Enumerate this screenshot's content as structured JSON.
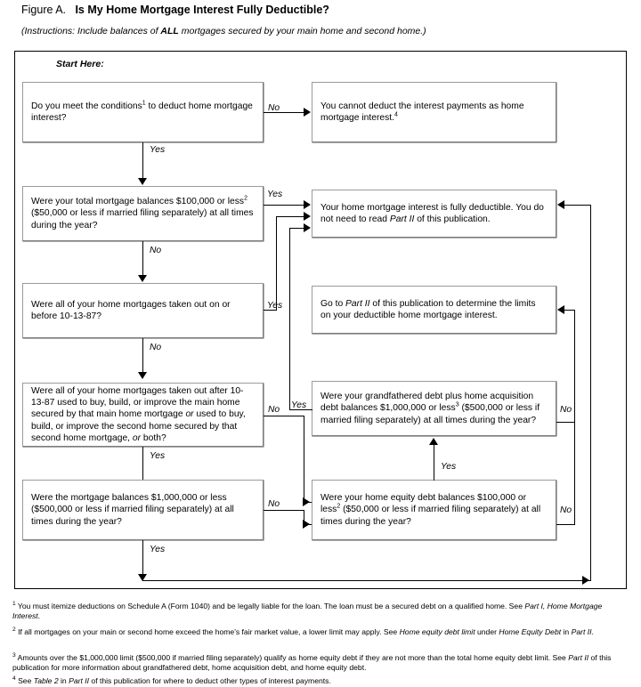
{
  "figure": {
    "label": "Figure A.",
    "title": "Is My Home Mortgage Interest Fully Deductible?",
    "instructions_pre": "(Instructions: Include balances of ",
    "instructions_bold": "ALL",
    "instructions_post": " mortgages secured by your main home and second home.)",
    "start_here": "Start Here:"
  },
  "boxes": {
    "q1": "Do you meet the conditions¹ to deduct home mortgage interest?",
    "end_no_deduct": "You cannot deduct the interest payments as home mortgage interest.⁴",
    "q2": "Were your total mortgage balances $100,000 or less² ($50,000 or less if married filing separately) at all times during the year?",
    "end_fully_deductible": "Your home mortgage interest is fully deductible. You do not need to read Part II of this publication.",
    "q3": "Were all of your home mortgages taken out on or before 10-13-87?",
    "end_go_part2": "Go to Part II of this publication to determine the limits on your deductible home mortgage interest.",
    "q4": "Were all of your home mortgages taken out after 10-13-87 used to buy, build, or improve the main home secured by that main home mortgage or used to buy, build, or improve the second home secured by that second home mortgage, or both?",
    "q5": "Were your grandfathered debt plus home acquisition debt balances $1,000,000 or less³ ($500,000 or less if married filing separately) at all times during the year?",
    "q6": "Were the mortgage balances $1,000,000 or less ($500,000 or less if married filing separately) at all times during the year?",
    "q7": "Were your home equity debt balances $100,000 or less² ($50,000 or less if married filing separately) at all times during the year?"
  },
  "edge_labels": {
    "q1_no": "No",
    "q1_yes": "Yes",
    "q2_yes": "Yes",
    "q2_no": "No",
    "q3_yes": "Yes",
    "q3_no": "No",
    "q4_no": "No",
    "q4_yes": "Yes",
    "q5_yes": "Yes",
    "q5_no": "No",
    "q6_no": "No",
    "q6_yes": "Yes",
    "q7_yes": "Yes",
    "q7_no": "No"
  },
  "footnotes": [
    {
      "marker": "1",
      "text": "You must itemize deductions on Schedule A (Form 1040) and be legally liable for the loan. The loan must be a secured debt on a qualified home. See Part I, Home Mortgage Interest."
    },
    {
      "marker": "2",
      "text": "If all mortgages on your main or second home exceed the home's fair market value, a lower limit may apply. See Home equity debt limit under Home Equity Debt in Part II."
    },
    {
      "marker": "3",
      "text": "Amounts over the $1,000,000 limit ($500,000 if married filing separately) qualify as home equity debt if they are not more than the total home equity debt limit. See Part II of this publication for more information about grandfathered debt, home acquisition debt, and home equity debt."
    },
    {
      "marker": "4",
      "text": "See Table 2 in Part II of this publication for where to deduct other types of interest payments."
    }
  ],
  "colors": {
    "background": "#ffffff",
    "text": "#000000",
    "box_border": "#7d7d7d",
    "frame_border": "#000000",
    "connector": "#000000"
  }
}
